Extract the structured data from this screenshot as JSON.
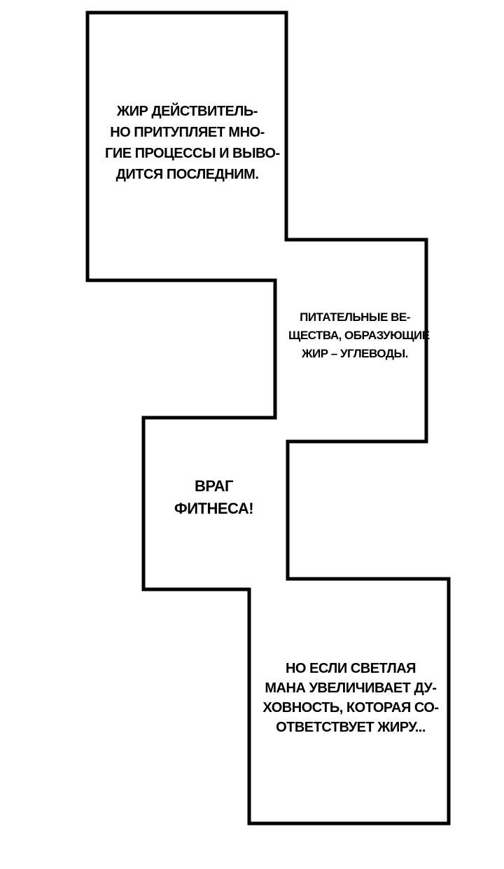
{
  "captions": {
    "fat_caption": {
      "lines": [
        "ЖИР ДЕЙСТВИТЕЛЬ-",
        "НО ПРИТУПЛЯЕТ МНО-",
        "ГИЕ ПРОЦЕССЫ И ВЫВО-",
        "ДИТСЯ ПОСЛЕДНИМ."
      ]
    },
    "carbs_caption": {
      "lines": [
        "ПИТАТЕЛЬНЫЕ ВЕ-",
        "ЩЕСТВА, ОБРАЗУЮЩИЕ",
        "ЖИР – УГЛЕВОДЫ."
      ]
    },
    "enemy_caption": {
      "lines": [
        "ВРАГ",
        "ФИТНЕСА!"
      ]
    },
    "mana_caption": {
      "lines": [
        "НО ЕСЛИ СВЕТЛАЯ",
        "МАНА УВЕЛИЧИВАЕТ ДУ-",
        "ХОВНОСТЬ, КОТОРАЯ СО-",
        "ОТВЕТСТВУЕТ ЖИРУ..."
      ]
    }
  },
  "colors": {
    "background": "#ffffff",
    "panel_border": "#000000",
    "text": "#000000"
  }
}
